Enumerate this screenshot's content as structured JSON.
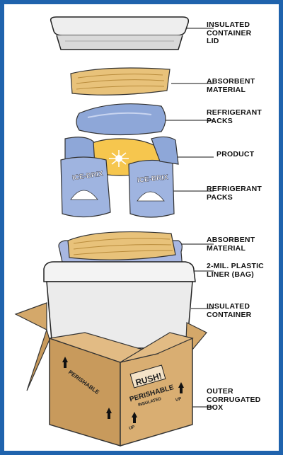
{
  "labels": {
    "lid": [
      "INSULATED",
      "CONTAINER",
      "LID"
    ],
    "absorbent_top": [
      "ABSORBENT",
      "MATERIAL"
    ],
    "refrigerant_top": [
      "REFRIGERANT",
      "PACKS"
    ],
    "product": "PRODUCT",
    "refrigerant_side": [
      "REFRIGERANT",
      "PACKS"
    ],
    "absorbent_bottom": [
      "ABSORBENT",
      "MATERIAL"
    ],
    "liner": [
      "2-MIL. PLASTIC",
      "LINER (BAG)"
    ],
    "container": [
      "INSULATED",
      "CONTAINER"
    ],
    "outer_box": [
      "OUTER",
      "CORRUGATED",
      "BOX"
    ]
  },
  "pack_brand": "ICE-BRIX",
  "box_print": {
    "rush": "RUSH!",
    "perishable": "PERISHABLE",
    "insulated": "INSULATED",
    "side_perishable": "PERISHABLE",
    "up": "UP"
  },
  "colors": {
    "frame": "#1f63ad",
    "lid": "#eeeeee",
    "absorbent": "#e8c27a",
    "ice_pack": "#8ea7d8",
    "product": "#f6c64e",
    "liner": "#a8b7e2",
    "foam": "#f3f3f3",
    "cardboard": "#c89a5c"
  }
}
